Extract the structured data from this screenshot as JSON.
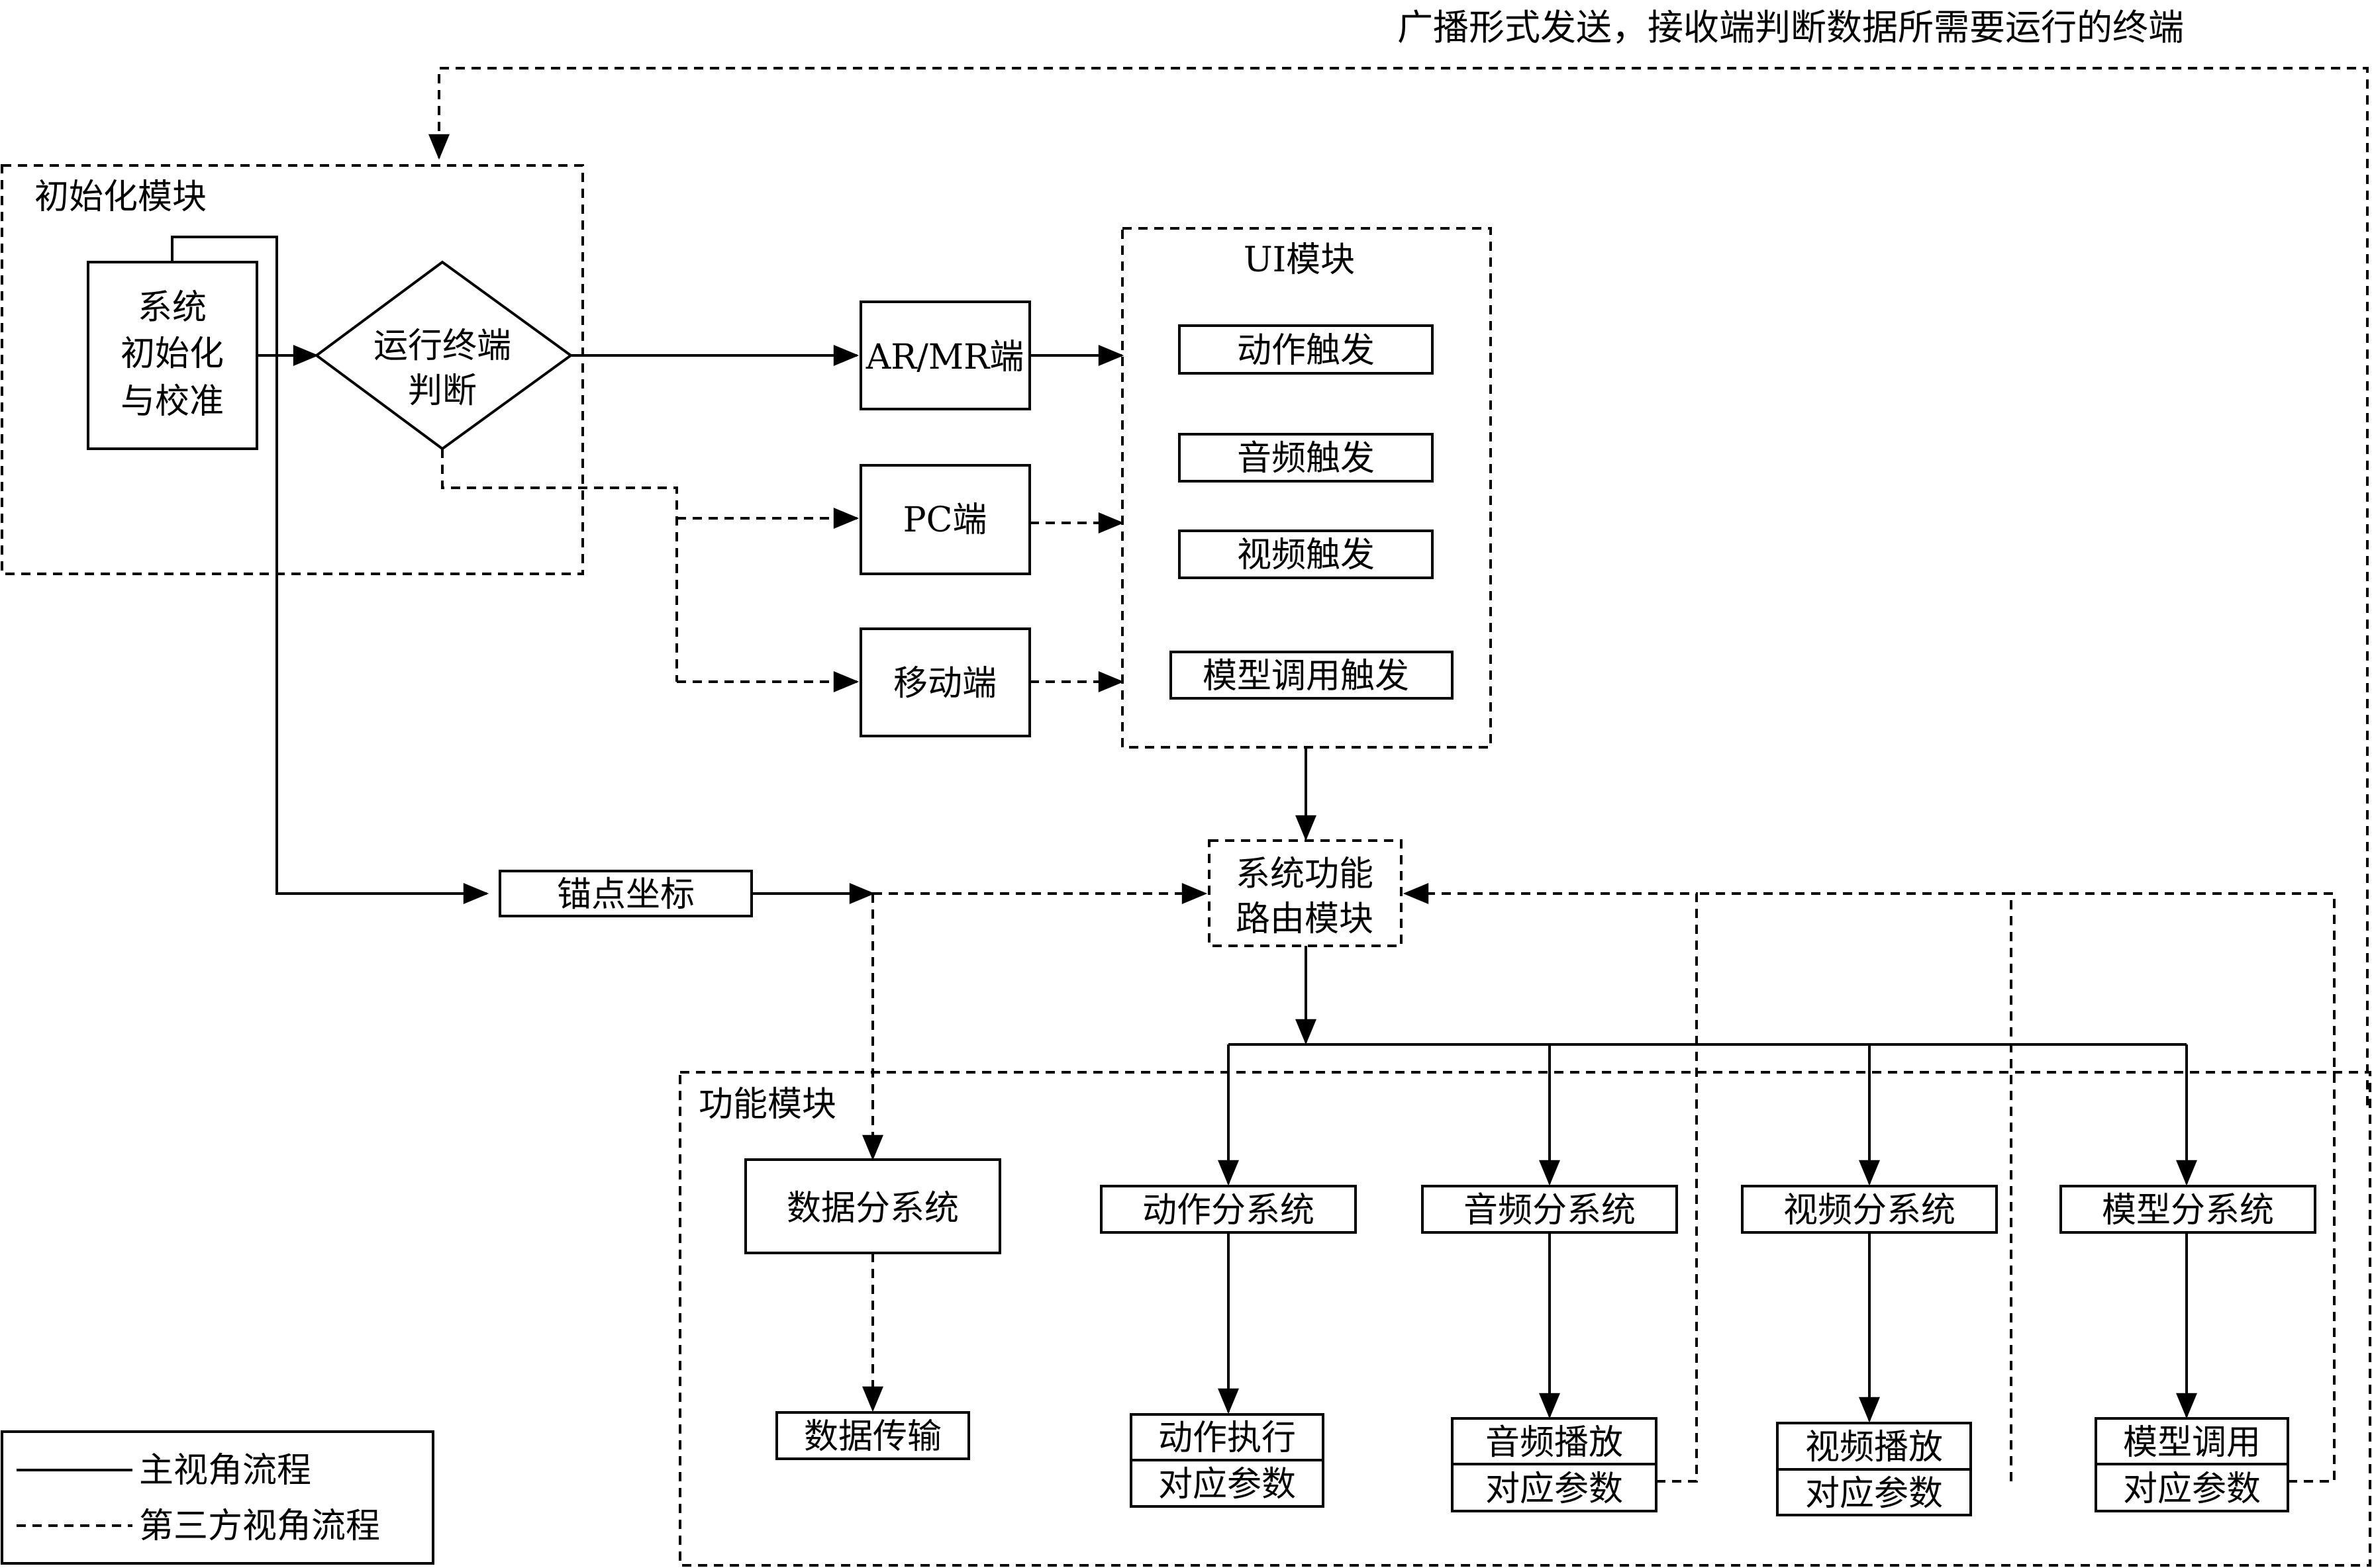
{
  "broadcast_note": "广播形式发送，接收端判断数据所需要运行的终端",
  "init_module": {
    "label": "初始化模块",
    "system_init": [
      "系统",
      "初始化",
      "与校准"
    ],
    "terminal_judge": [
      "运行终端",
      "判断"
    ]
  },
  "terminals": {
    "ar_mr": "AR/MR端",
    "pc": "PC端",
    "mobile": "移动端"
  },
  "ui_module": {
    "label": "UI模块",
    "items": [
      "动作触发",
      "音频触发",
      "视频触发",
      "模型调用触发"
    ]
  },
  "anchor": "锚点坐标",
  "router": [
    "系统功能",
    "路由模块"
  ],
  "function_module": {
    "label": "功能模块",
    "subsystems": [
      "数据分系统",
      "动作分系统",
      "音频分系统",
      "视频分系统",
      "模型分系统"
    ],
    "data_transfer": "数据传输",
    "outputs": [
      [
        "动作执行",
        "对应参数"
      ],
      [
        "音频播放",
        "对应参数"
      ],
      [
        "视频播放",
        "对应参数"
      ],
      [
        "模型调用",
        "对应参数"
      ]
    ]
  },
  "legend": {
    "main": "主视角流程",
    "third": "第三方视角流程"
  }
}
